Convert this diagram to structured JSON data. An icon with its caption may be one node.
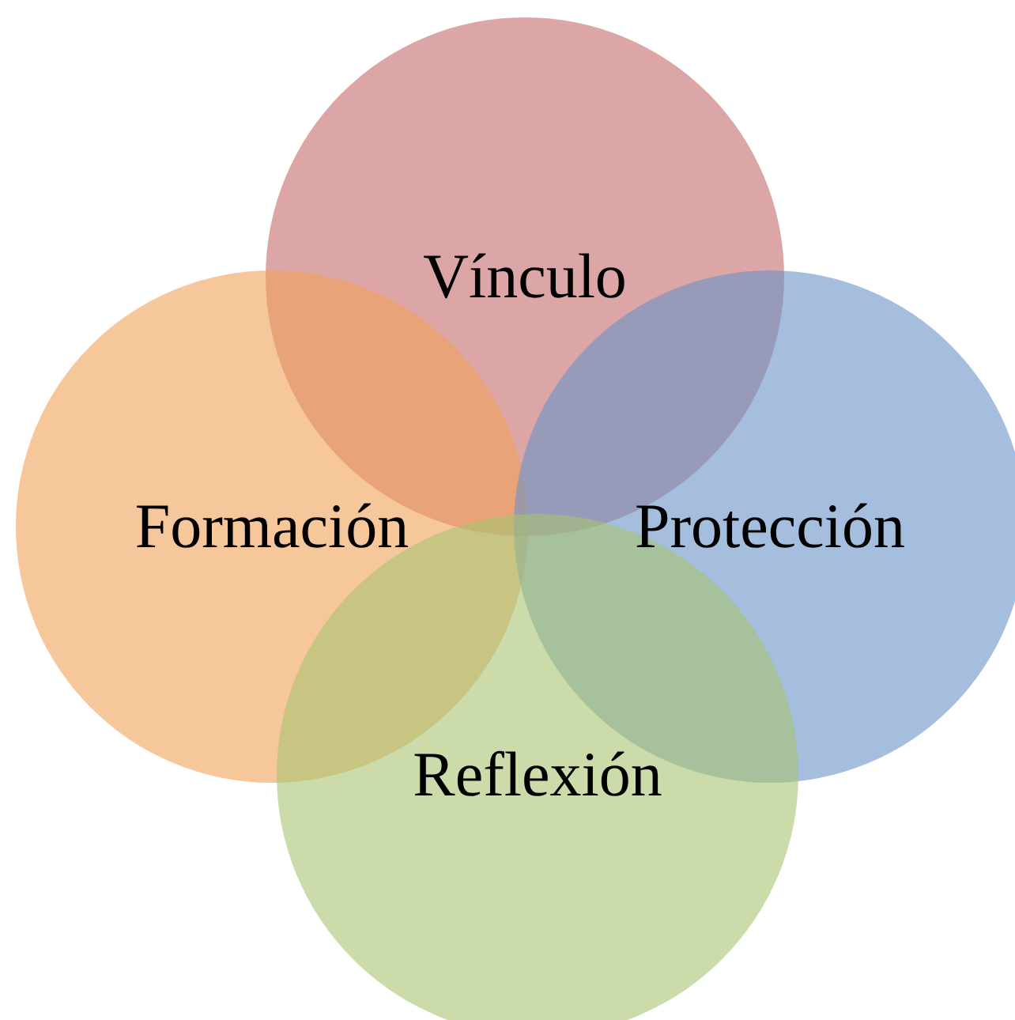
{
  "diagram": {
    "nodes": [
      {
        "text": [
          "Vínculo"
        ]
      },
      {
        "text": [
          "Formación"
        ]
      },
      {
        "text": [
          "Protección"
        ]
      },
      {
        "text": [
          "Reflexión"
        ]
      }
    ]
  }
}
